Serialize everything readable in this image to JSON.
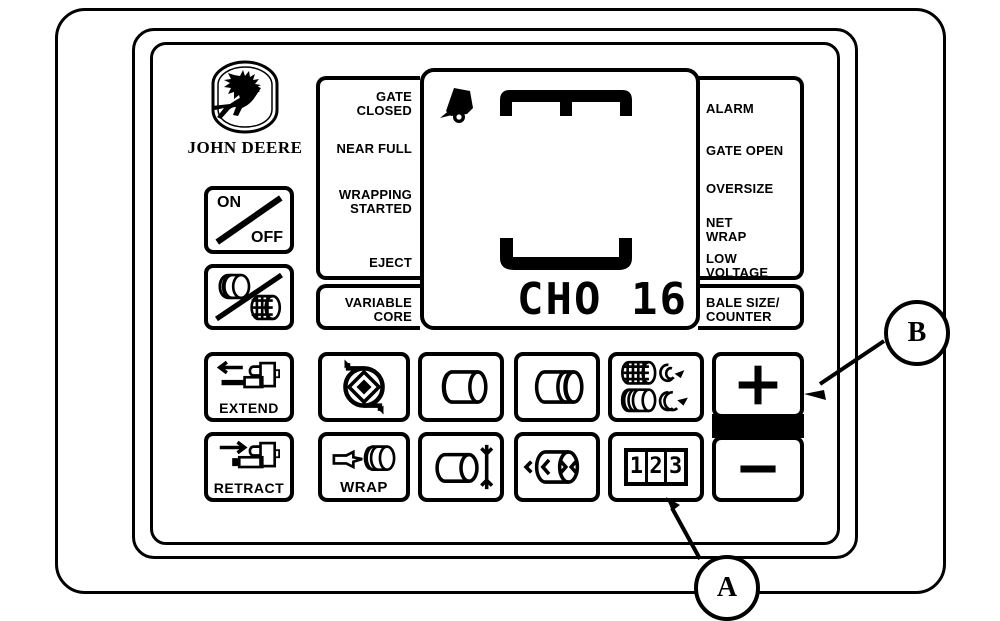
{
  "diagram": {
    "subject": "John Deere round baler monitor control panel",
    "brand": "JOHN DEERE",
    "callouts": [
      {
        "id": "A",
        "label": "A",
        "points_to": "bale-counter-button"
      },
      {
        "id": "B",
        "label": "B",
        "points_to": "plus-button"
      }
    ]
  },
  "lcd": {
    "readout": "CHO 16",
    "baler_icon": "baler-icon",
    "top_indicator": "bale-chamber-top-icon",
    "bottom_indicator": "bale-chamber-bottom-icon"
  },
  "indicators": {
    "left": [
      {
        "label": "GATE\nCLOSED"
      },
      {
        "label": "NEAR FULL"
      },
      {
        "label": "WRAPPING\nSTARTED"
      },
      {
        "label": "EJECT"
      }
    ],
    "left_lower": [
      {
        "label": "VARIABLE\nCORE"
      }
    ],
    "right": [
      {
        "label": "ALARM"
      },
      {
        "label": "GATE OPEN"
      },
      {
        "label": "OVERSIZE"
      },
      {
        "label": "NET\nWRAP"
      },
      {
        "label": "LOW\nVOLTAGE"
      }
    ],
    "right_lower": [
      {
        "label": "BALE SIZE/\nCOUNTER"
      }
    ]
  },
  "keys": {
    "power": {
      "on_label": "ON",
      "off_label": "OFF",
      "icon": "power-on-off-icon"
    },
    "bale_type": {
      "icon": "twine-vs-net-bale-icon"
    },
    "extend": {
      "label": "EXTEND",
      "icon": "hydraulic-cylinder-extend-icon"
    },
    "retract": {
      "label": "RETRACT",
      "icon": "hydraulic-cylinder-retract-icon"
    },
    "density": {
      "icon": "bale-density-core-icon"
    },
    "wrap": {
      "label": "WRAP",
      "icon": "hand-wrap-bale-icon"
    },
    "bale_a": {
      "icon": "bale-left-edge-icon"
    },
    "bale_b": {
      "icon": "bale-right-edge-icon"
    },
    "bale_c": {
      "icon": "bale-size-arrows-icon"
    },
    "bale_d": {
      "icon": "bale-width-arrows-icon"
    },
    "wrap_select": {
      "icon": "net-or-twine-wrap-select-icon"
    },
    "counter": {
      "icon": "counter-digits-icon",
      "digits": [
        "1",
        "2",
        "3"
      ]
    },
    "plus": {
      "label": "+",
      "icon": "plus-icon"
    },
    "minus": {
      "label": "–",
      "icon": "minus-icon"
    }
  },
  "colors": {
    "line": "#000000",
    "panel": "#ffffff"
  }
}
